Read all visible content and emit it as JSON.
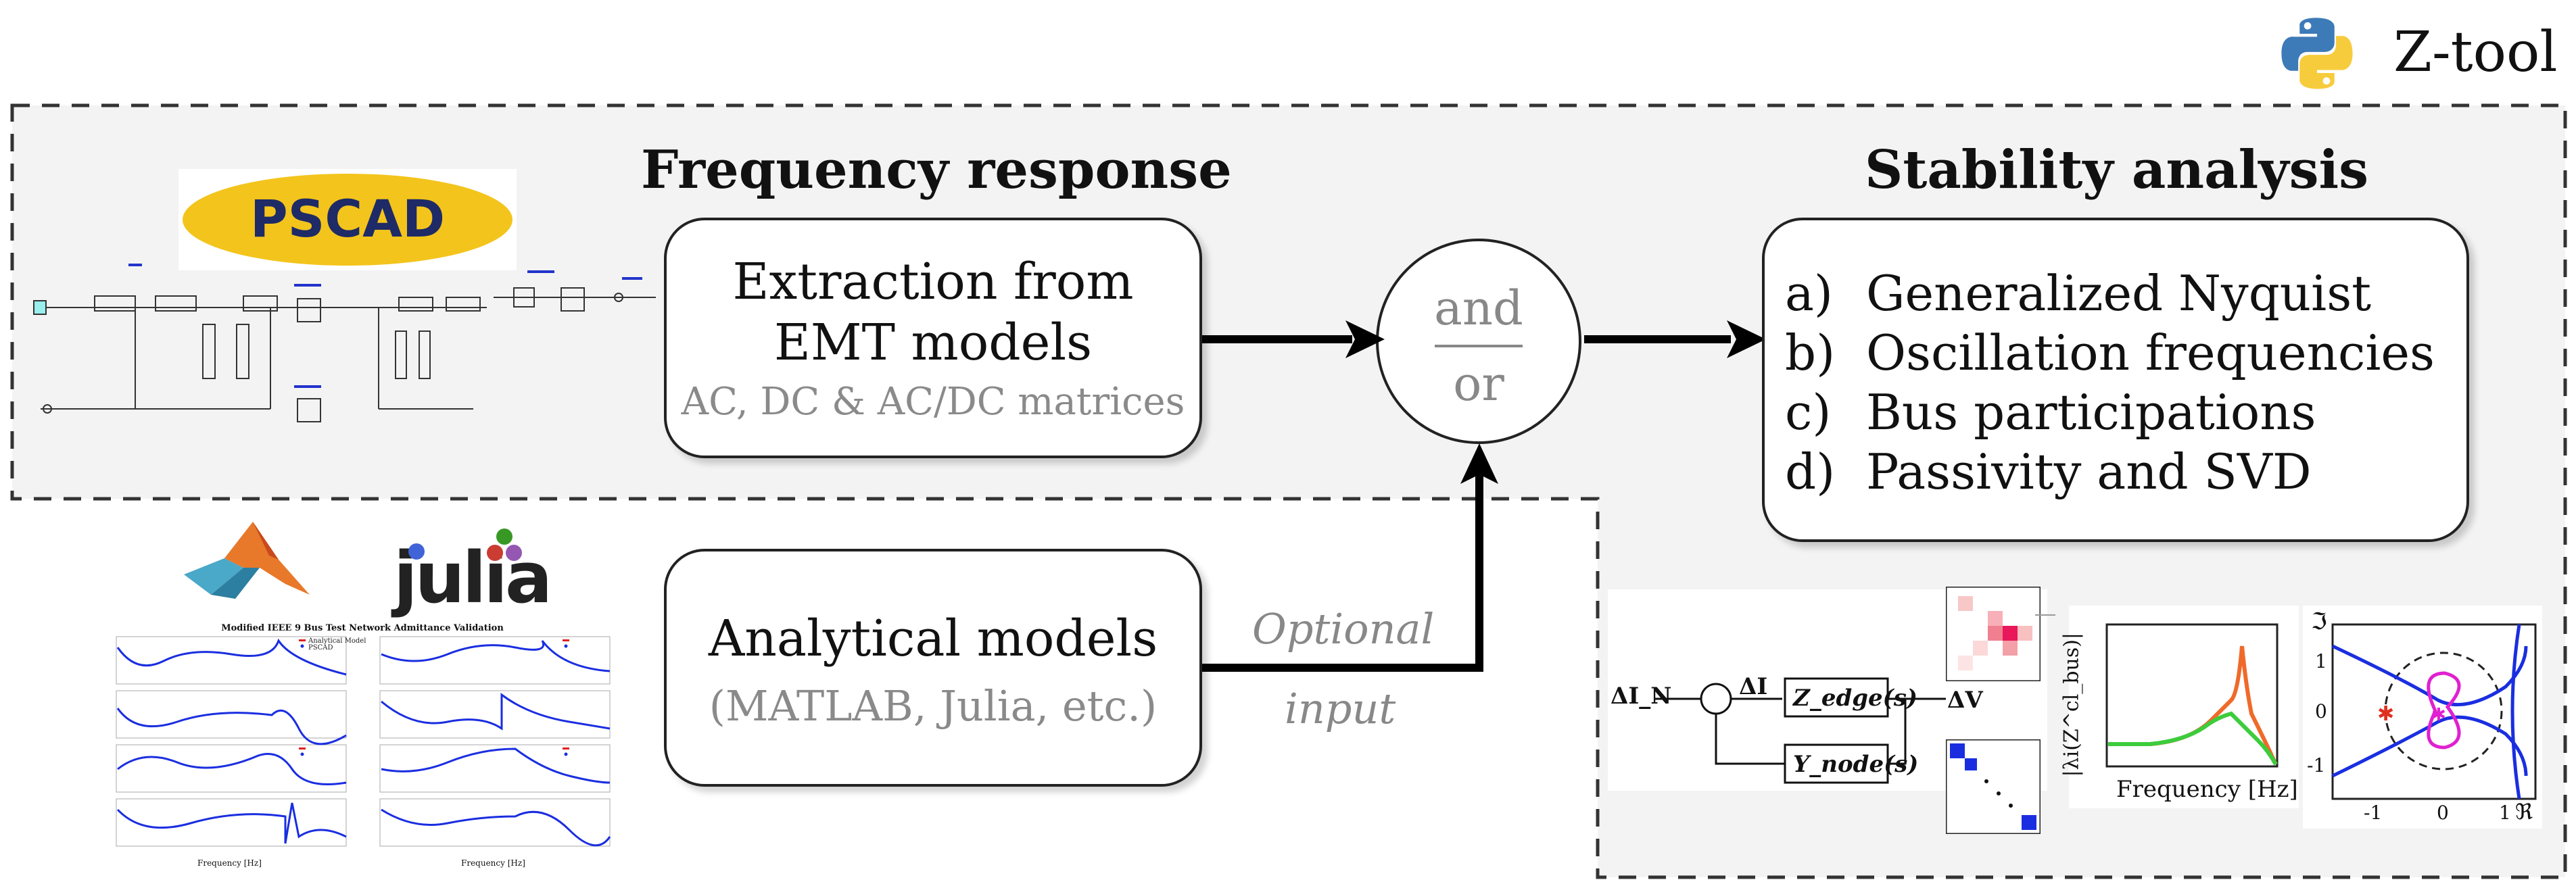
{
  "header": {
    "app_name": "Z-tool"
  },
  "frequency_response": {
    "title": "Frequency response",
    "emt_box": {
      "line1": "Extraction from",
      "line2": "EMT models",
      "sub": "AC, DC & AC/DC matrices"
    },
    "analytical_box": {
      "line1": "Analytical models",
      "sub": "(MATLAB, Julia, etc.)"
    }
  },
  "junction": {
    "top": "and",
    "bottom": "or"
  },
  "optional_label": {
    "line1": "Optional",
    "line2": "input"
  },
  "stability_analysis": {
    "title": "Stability analysis",
    "items": [
      {
        "letter": "a)",
        "text": "Generalized Nyquist"
      },
      {
        "letter": "b)",
        "text": "Oscillation frequencies"
      },
      {
        "letter": "c)",
        "text": "Bus participations"
      },
      {
        "letter": "d)",
        "text": "Passivity and SVD"
      }
    ]
  },
  "logos": {
    "pscad": "PSCAD",
    "julia": "julia"
  },
  "validation_plot": {
    "title": "Modified IEEE 9 Bus Test Network Admittance Validation",
    "legend": [
      "Analytical Model",
      "PSCAD"
    ],
    "xlabel": "Frequency [Hz]"
  },
  "block_diagram": {
    "input": "ΔI_N",
    "sum_out": "ΔI",
    "zedge": "Z_edge(s)",
    "ynode": "Y_node(s)",
    "output": "ΔV"
  },
  "magnitude_plot": {
    "xlabel": "Frequency [Hz]",
    "ylabel": "|λi(Z^cl_bus)|"
  },
  "nyquist_plot": {
    "ylabel": "ℑ",
    "xlabel": "ℜ",
    "xticks": [
      "-1",
      "0",
      "1"
    ],
    "yticks": [
      "1",
      "0",
      "-1"
    ]
  },
  "colors": {
    "accent_blue": "#1a2ee0",
    "orange": "#ef6a2a",
    "green": "#3ccc3c",
    "magenta": "#e020d0",
    "grey_text": "#8a8a8a"
  }
}
